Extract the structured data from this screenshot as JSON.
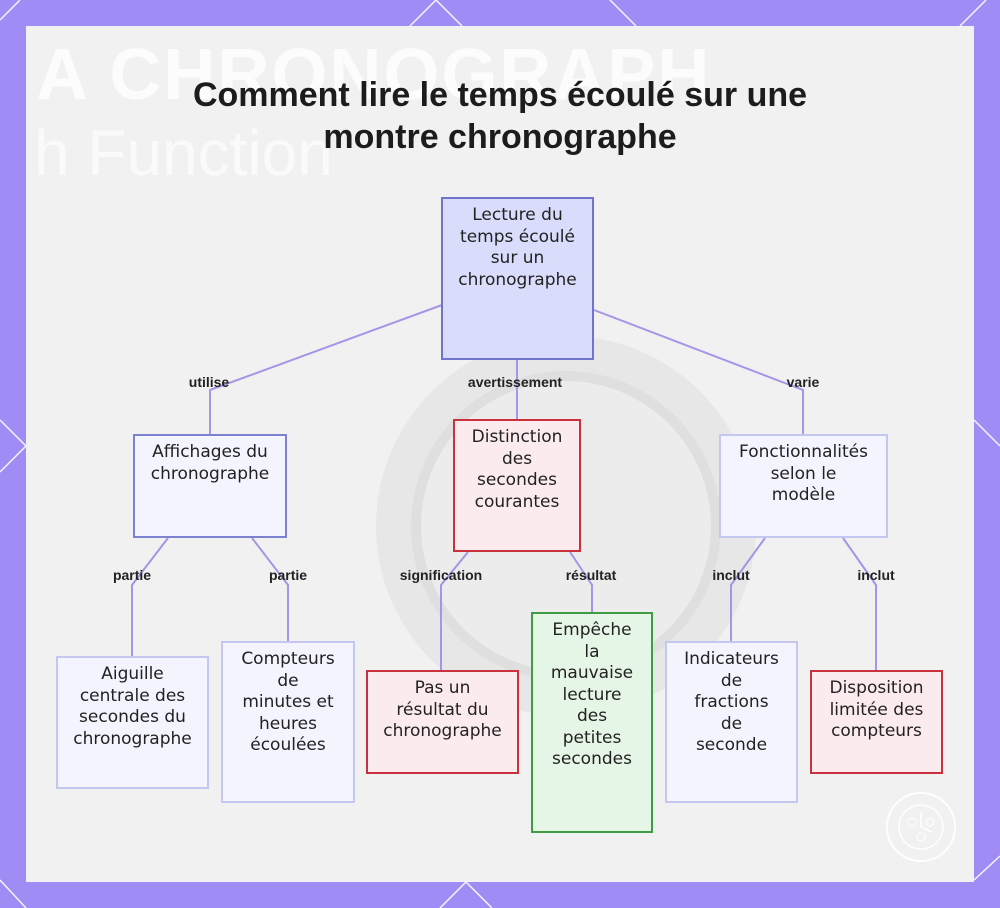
{
  "title_lines": [
    "Comment lire le temps écoulé sur une",
    "montre chronographe"
  ],
  "background_watermark": [
    "A CHRONOGRAPH",
    "h Function"
  ],
  "colors": {
    "frame": "#a08cf4",
    "card": "#f2f1f2",
    "edge": "#a894e6",
    "blue_border": "#6f74cf",
    "red_border": "#c9313d",
    "green_border": "#3f9b45"
  },
  "nodes": {
    "root": [
      "Lecture du",
      "temps écoulé",
      "sur un",
      "chronographe"
    ],
    "affichages": [
      "Affichages du",
      "chronographe"
    ],
    "distinction": [
      "Distinction",
      "des",
      "secondes",
      "courantes"
    ],
    "fonctionnalites": [
      "Fonctionnalités",
      "selon le",
      "modèle"
    ],
    "aiguille": [
      "Aiguille",
      "centrale des",
      "secondes du",
      "chronographe"
    ],
    "compteurs": [
      "Compteurs",
      "de",
      "minutes et",
      "heures",
      "écoulées"
    ],
    "pas_resultat": [
      "Pas un",
      "résultat du",
      "chronographe"
    ],
    "empeche": [
      "Empêche",
      "la",
      "mauvaise",
      "lecture",
      "des",
      "petites",
      "secondes"
    ],
    "indicateurs": [
      "Indicateurs",
      "de",
      "fractions",
      "de",
      "seconde"
    ],
    "disposition": [
      "Disposition",
      "limitée des",
      "compteurs"
    ]
  },
  "edge_labels": {
    "utilise": "utilise",
    "avertissement": "avertissement",
    "varie": "varie",
    "partie_1": "partie",
    "partie_2": "partie",
    "signification": "signification",
    "resultat": "résultat",
    "inclut_1": "inclut",
    "inclut_2": "inclut"
  }
}
